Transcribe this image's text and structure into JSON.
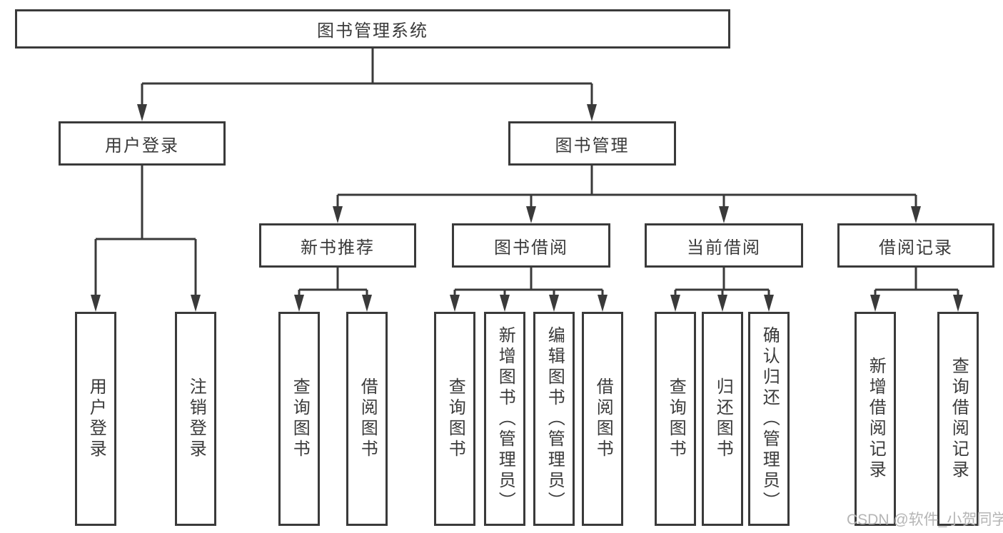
{
  "diagram_title": "图书管理系统",
  "tree": {
    "label": "图书管理系统",
    "children": [
      {
        "label": "用户登录",
        "children": [
          {
            "label": "用户登录"
          },
          {
            "label": "注销登录"
          }
        ]
      },
      {
        "label": "图书管理",
        "children": [
          {
            "label": "新书推荐",
            "children": [
              {
                "label": "查询图书"
              },
              {
                "label": "借阅图书"
              }
            ]
          },
          {
            "label": "图书借阅",
            "children": [
              {
                "label": "查询图书"
              },
              {
                "label": "新增图书（管理员）"
              },
              {
                "label": "编辑图书（管理员）"
              },
              {
                "label": "借阅图书"
              }
            ]
          },
          {
            "label": "当前借阅",
            "children": [
              {
                "label": "查询图书"
              },
              {
                "label": "归还图书"
              },
              {
                "label": "确认归还（管理员）"
              }
            ]
          },
          {
            "label": "借阅记录",
            "children": [
              {
                "label": "新增借阅记录"
              },
              {
                "label": "查询借阅记录"
              }
            ]
          }
        ]
      }
    ]
  },
  "watermark": {
    "text": "CSDN @软件_小贺同学"
  },
  "colors": {
    "line": "#3a3a3a",
    "box_border": "#3a3a3a",
    "text": "#3a3a3a",
    "watermark": "#b5b5b5",
    "background": "#ffffff"
  }
}
